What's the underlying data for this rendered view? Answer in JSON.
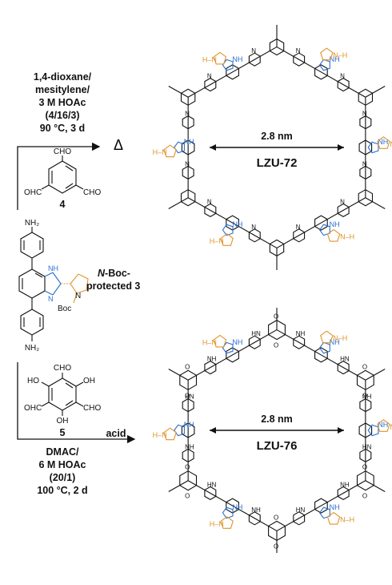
{
  "top_conditions": {
    "line1": "1,4-dioxane/",
    "line2": "mesitylene/",
    "line3": "3 M HOAc",
    "line4": "(4/16/3)",
    "line5": "90 °C, 3 d"
  },
  "heat_symbol": "Δ",
  "reagent4": {
    "cho": "CHO",
    "ohc": "OHC",
    "cho2": "CHO",
    "number": "4"
  },
  "monomer3": {
    "nh2_top": "NH₂",
    "nh2_bottom": "NH₂",
    "nh": "NH",
    "n_ring": "N",
    "n_boc": "N",
    "boc": "Boc",
    "label_italic": "N",
    "label_rest": "-Boc-",
    "label_line2": "protected 3"
  },
  "reagent5": {
    "ho_left": "HO",
    "oh_right": "OH",
    "ohc": "OHC",
    "cho": "CHO",
    "cho_top": "CHO",
    "oh_bottom": "OH",
    "number": "5"
  },
  "bottom_conditions": {
    "line1": "DMAC/",
    "line2": "6 M HOAc",
    "line3": "(20/1)",
    "line4": "100 °C, 2 d"
  },
  "acid_label": "acid",
  "top_product": {
    "name": "LZU-72",
    "pore": "2.8 nm"
  },
  "bottom_product": {
    "name": "LZU-76",
    "pore": "2.8 nm"
  },
  "structure_labels": {
    "n": "N",
    "nh": "NH",
    "n_h": "N–H",
    "o": "O",
    "hn": "HN",
    "h_n": "H–N"
  },
  "colors": {
    "scaffold": "#111111",
    "imidazole": "#2a6fd1",
    "pyrrolidine": "#e0942a"
  }
}
